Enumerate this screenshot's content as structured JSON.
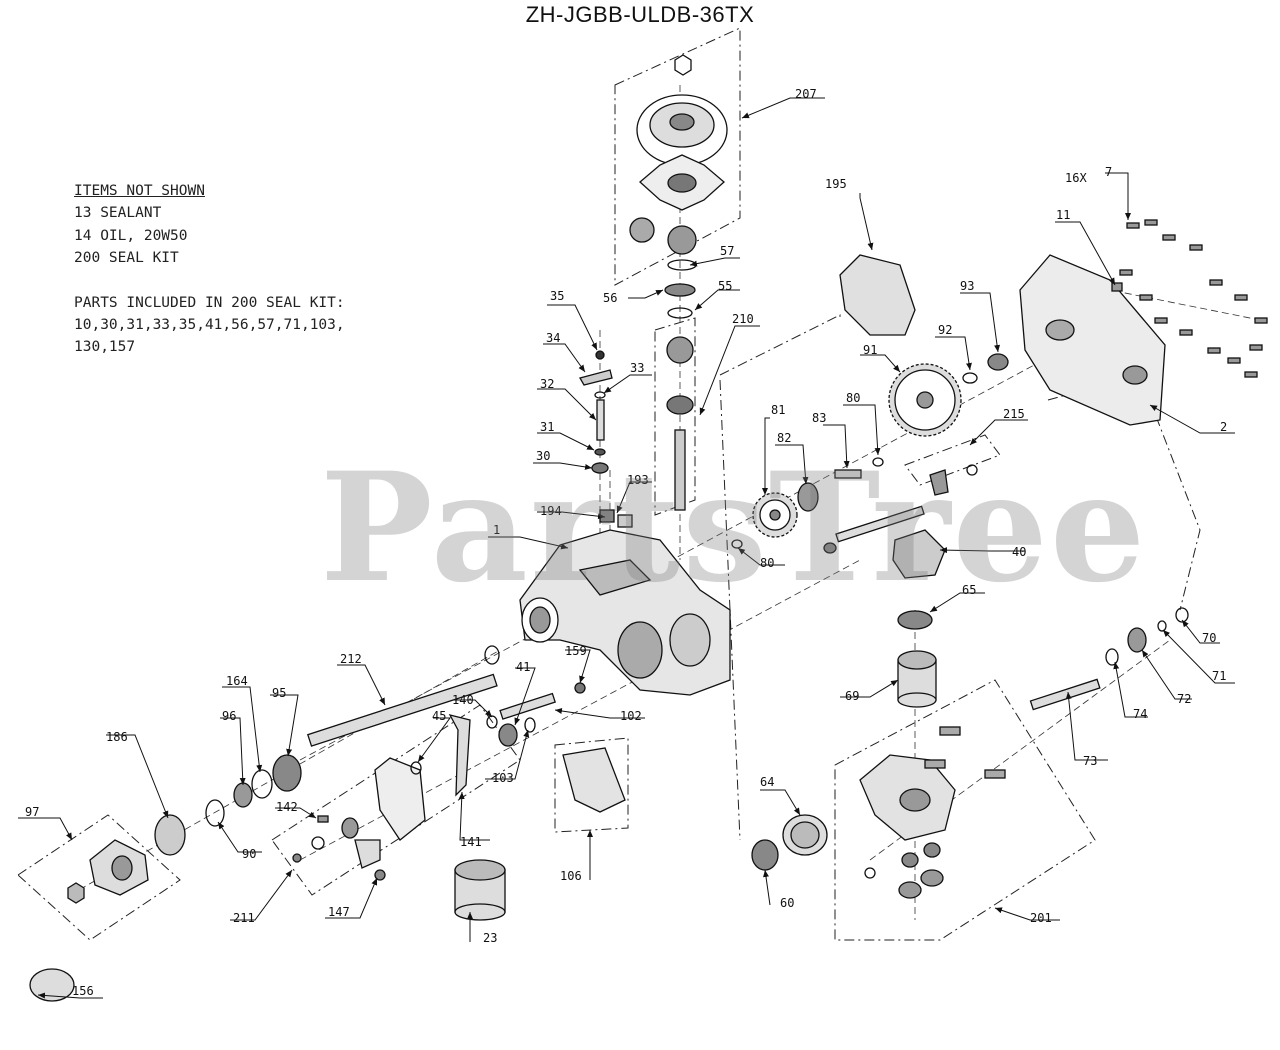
{
  "title": "ZH-JGBB-ULDB-36TX",
  "notes": {
    "header": "ITEMS NOT SHOWN",
    "items": [
      "13 SEALANT",
      "14 OIL, 20W50",
      "200 SEAL KIT"
    ],
    "kit_header": "PARTS INCLUDED IN 200 SEAL KIT:",
    "kit_lines": [
      "10,30,31,33,35,41,56,57,71,103,",
      "130,157"
    ]
  },
  "watermark": "PartsTree",
  "callouts": {
    "c207": "207",
    "c195": "195",
    "c16x": "16X",
    "c7": "7",
    "c11": "11",
    "c57": "57",
    "c56": "56",
    "c55": "55",
    "c35": "35",
    "c34": "34",
    "c33": "33",
    "c32": "32",
    "c31": "31",
    "c30": "30",
    "c210": "210",
    "c93": "93",
    "c92": "92",
    "c91": "91",
    "c81": "81",
    "c83": "83",
    "c80a": "80",
    "c82": "82",
    "c215": "215",
    "c2": "2",
    "c193": "193",
    "c194": "194",
    "c1": "1",
    "c80b": "80",
    "c40": "40",
    "c65": "65",
    "c212": "212",
    "c164": "164",
    "c95": "95",
    "c96": "96",
    "c159": "159",
    "c41": "41",
    "c140": "140",
    "c102": "102",
    "c45": "45",
    "c186": "186",
    "c70": "70",
    "c71": "71",
    "c72": "72",
    "c74": "74",
    "c69": "69",
    "c73": "73",
    "c103": "103",
    "c97": "97",
    "c142": "142",
    "c90": "90",
    "c141": "141",
    "c64": "64",
    "c106": "106",
    "c211": "211",
    "c147": "147",
    "c23": "23",
    "c60": "60",
    "c201": "201",
    "c156": "156"
  }
}
